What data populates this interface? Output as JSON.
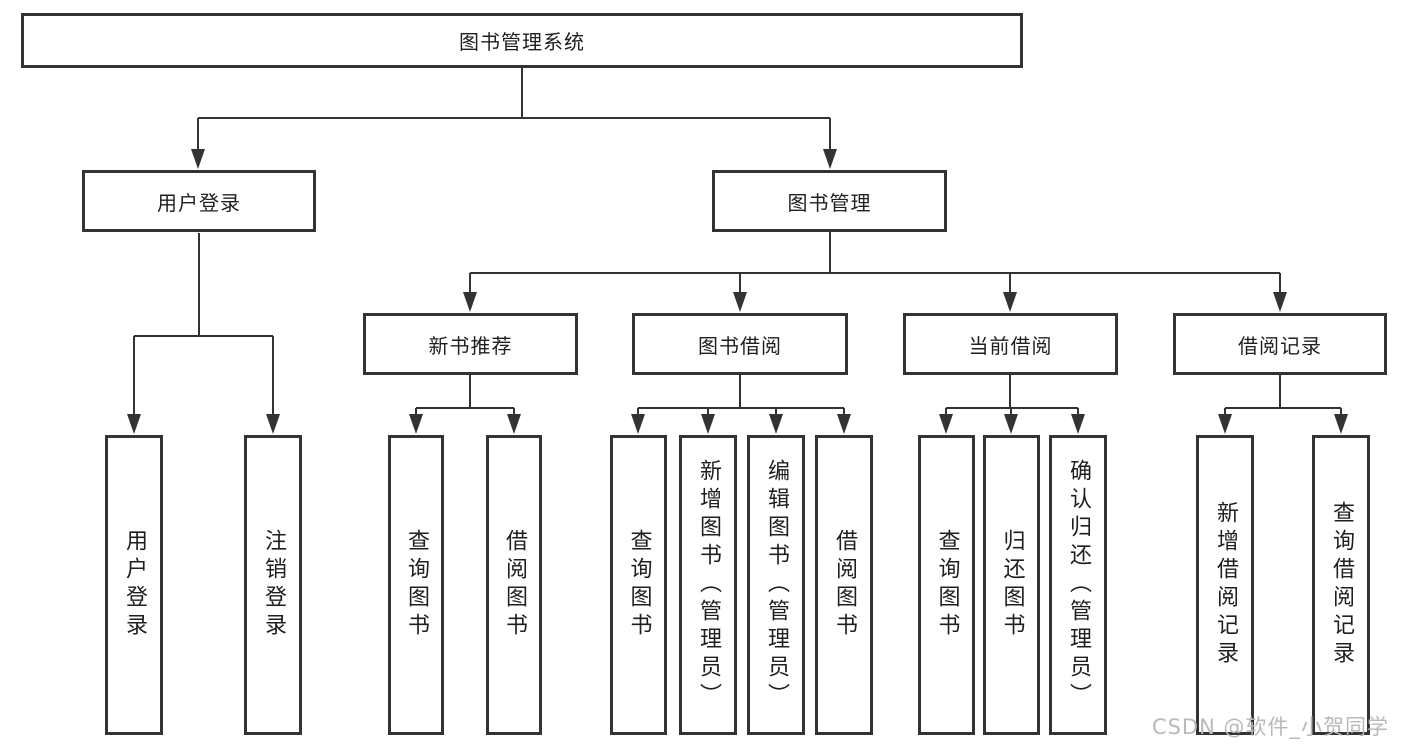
{
  "watermark": "CSDN @软件_小贺同学",
  "colors": {
    "line": "#333333",
    "box_border": "#333333",
    "text": "#1f1f1f",
    "watermark": "#b9b9b9",
    "background": "#ffffff"
  },
  "tree": {
    "root": "图书管理系统",
    "user_login": {
      "label": "用户登录",
      "children": [
        "用户登录",
        "注销登录"
      ]
    },
    "book_mgmt": {
      "label": "图书管理",
      "sections": [
        {
          "label": "新书推荐",
          "children": [
            "查询图书",
            "借阅图书"
          ]
        },
        {
          "label": "图书借阅",
          "children": [
            "查询图书",
            "新增图书（管理员）",
            "编辑图书（管理员）",
            "借阅图书"
          ]
        },
        {
          "label": "当前借阅",
          "children": [
            "查询图书",
            "归还图书",
            "确认归还（管理员）"
          ]
        },
        {
          "label": "借阅记录",
          "children": [
            "新增借阅记录",
            "查询借阅记录"
          ]
        }
      ]
    }
  }
}
